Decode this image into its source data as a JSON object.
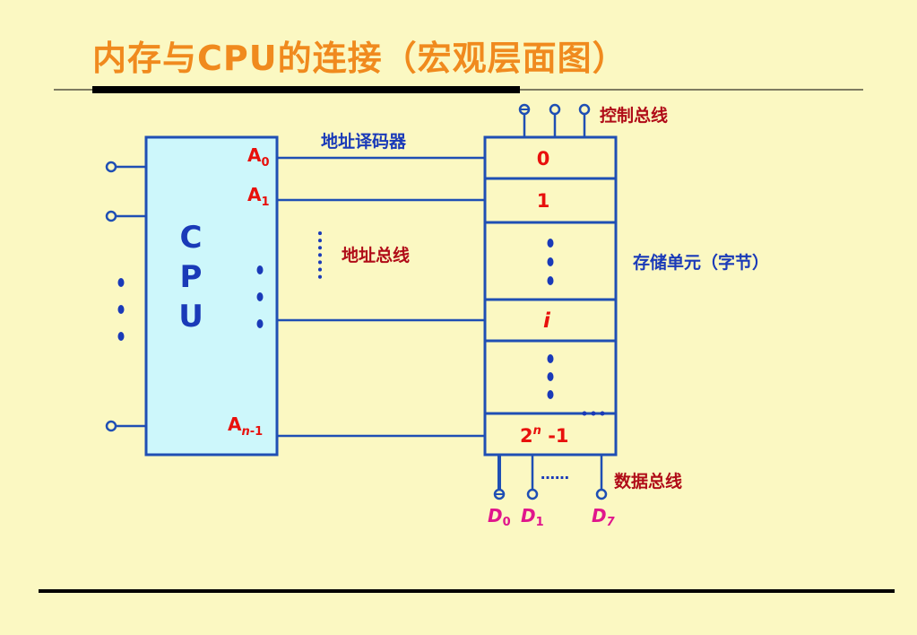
{
  "slide": {
    "title": "内存与CPU的连接（宏观层面图）"
  },
  "cpu": {
    "letters": [
      "C",
      "P",
      "U"
    ],
    "pins": {
      "a0": {
        "letter": "A",
        "sub": "0"
      },
      "a1": {
        "letter": "A",
        "sub": "1"
      },
      "an": {
        "letter": "A",
        "sub_italic": "n",
        "sub_rest": "-1"
      }
    }
  },
  "labels": {
    "decoder": "地址译码器",
    "address_bus": "地址总线",
    "control_bus": "控制总线",
    "storage_unit": "存储单元（字节）",
    "data_bus": "数据总线",
    "data_ellipsis": "……"
  },
  "memory": {
    "cell_0": "0",
    "cell_1": "1",
    "cell_i": "i",
    "cell_last_base": "2",
    "cell_last_exp": "n",
    "cell_last_rest": " -1"
  },
  "data_pins": {
    "d0": {
      "letter": "D",
      "sub": "0"
    },
    "d1": {
      "letter": "D",
      "sub": "1"
    },
    "d7": {
      "letter": "D",
      "sub": "7"
    }
  },
  "colors": {
    "title": "#f08a1e",
    "background": "#fbf8c2",
    "line_blue": "#1f4fb4",
    "cpu_fill": "#cdf7fb",
    "red_label": "#e8100c",
    "dark_red_label": "#b00c18",
    "blue_label": "#1a3ab8",
    "magenta_label": "#e0168c"
  }
}
